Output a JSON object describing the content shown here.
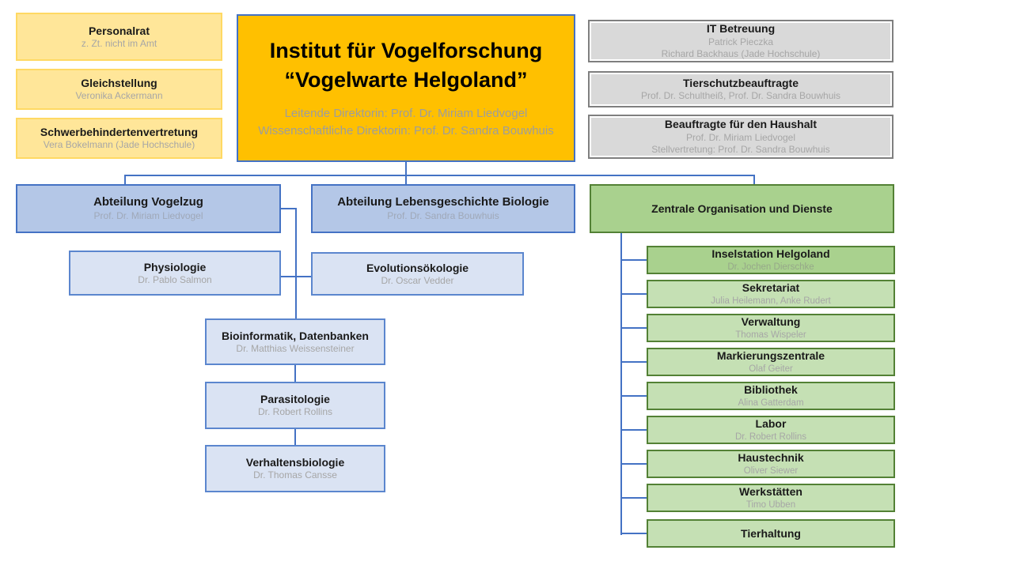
{
  "colors": {
    "yellow_fill": "#FFE699",
    "yellow_border": "#FFD963",
    "orange_fill": "#FFC000",
    "gray_fill": "#D9D9D9",
    "gray_border": "#7F7F7F",
    "blue_department_fill": "#B4C7E7",
    "blue_unit_fill": "#DAE3F3",
    "blue_border": "#4472C4",
    "green_header_fill": "#A9D18E",
    "green_unit_fill": "#C5E0B4",
    "green_border": "#538135",
    "connector_line": "#4472C4",
    "name_text": "#A6A6A6"
  },
  "root": {
    "title_line1": "Institut für Vogelforschung",
    "title_line2": "“Vogelwarte Helgoland”",
    "subtitle_line1": "Leitende Direktorin: Prof. Dr. Miriam Liedvogel",
    "subtitle_line2": "Wissenschaftliche Direktorin: Prof. Dr. Sandra Bouwhuis"
  },
  "staff_left": [
    {
      "title": "Personalrat",
      "name1": "z. Zt. nicht im Amt"
    },
    {
      "title": "Gleichstellung",
      "name1": "Veronika Ackermann"
    },
    {
      "title": "Schwerbehindertenvertretung",
      "name1": "Vera Bokelmann (Jade Hochschule)"
    }
  ],
  "staff_right": [
    {
      "title": "IT Betreuung",
      "name1": "Patrick Pieczka",
      "name2": "Richard Backhaus (Jade Hochschule)"
    },
    {
      "title": "Tierschutzbeauftragte",
      "name1": "Prof. Dr. Schultheiß, Prof. Dr. Sandra Bouwhuis"
    },
    {
      "title": "Beauftragte für den Haushalt",
      "name1": "Prof. Dr. Miriam Liedvogel",
      "name2": "Stellvertretung: Prof. Dr. Sandra Bouwhuis"
    }
  ],
  "departments": [
    {
      "title": "Abteilung Vogelzug",
      "name1": "Prof. Dr. Miriam Liedvogel"
    },
    {
      "title": "Abteilung Lebensgeschichte Biologie",
      "name1": "Prof. Dr. Sandra Bouwhuis"
    },
    {
      "title": "Zentrale Organisation und Dienste"
    }
  ],
  "research_units": [
    {
      "title": "Physiologie",
      "name1": "Dr. Pablo Salmon"
    },
    {
      "title": "Evolutionsökologie",
      "name1": "Dr. Oscar Vedder"
    },
    {
      "title": "Bioinformatik, Datenbanken",
      "name1": "Dr. Matthias Weissensteiner"
    },
    {
      "title": "Parasitologie",
      "name1": "Dr. Robert Rollins"
    },
    {
      "title": "Verhaltensbiologie",
      "name1": "Dr. Thomas Cansse"
    }
  ],
  "central_units": [
    {
      "title": "Inselstation Helgoland",
      "name1": "Dr. Jochen Dierschke"
    },
    {
      "title": "Sekretariat",
      "name1": "Julia Heilemann, Anke Rudert"
    },
    {
      "title": "Verwaltung",
      "name1": "Thomas Wispeler"
    },
    {
      "title": "Markierungszentrale",
      "name1": "Olaf Geiter"
    },
    {
      "title": "Bibliothek",
      "name1": "Alina Gatterdam"
    },
    {
      "title": "Labor",
      "name1": "Dr. Robert Rollins"
    },
    {
      "title": "Haustechnik",
      "name1": "Oliver Siewer"
    },
    {
      "title": "Werkstätten",
      "name1": "Timo Ubben"
    },
    {
      "title": "Tierhaltung"
    }
  ]
}
